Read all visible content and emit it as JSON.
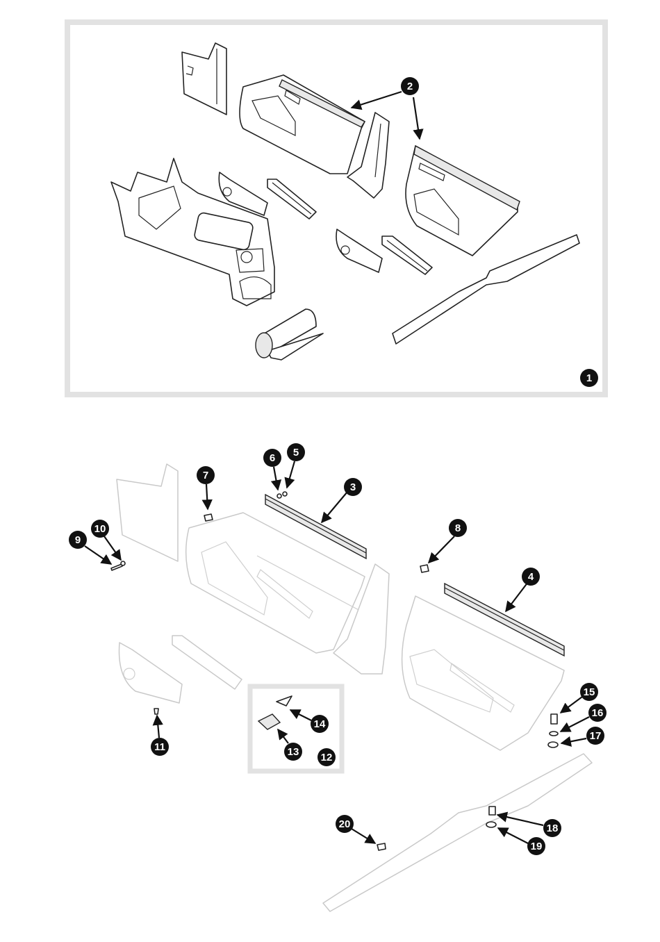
{
  "callouts": {
    "c1": "1",
    "c2": "2",
    "c3": "3",
    "c4": "4",
    "c5": "5",
    "c6": "6",
    "c7": "7",
    "c8": "8",
    "c9": "9",
    "c10": "10",
    "c11": "11",
    "c12": "12",
    "c13": "13",
    "c14": "14",
    "c15": "15",
    "c16": "16",
    "c17": "17",
    "c18": "18",
    "c19": "19",
    "c20": "20"
  },
  "colors": {
    "frame": "#e2e2e2",
    "ink": "#111111",
    "ghost": "#c9c9c9"
  }
}
